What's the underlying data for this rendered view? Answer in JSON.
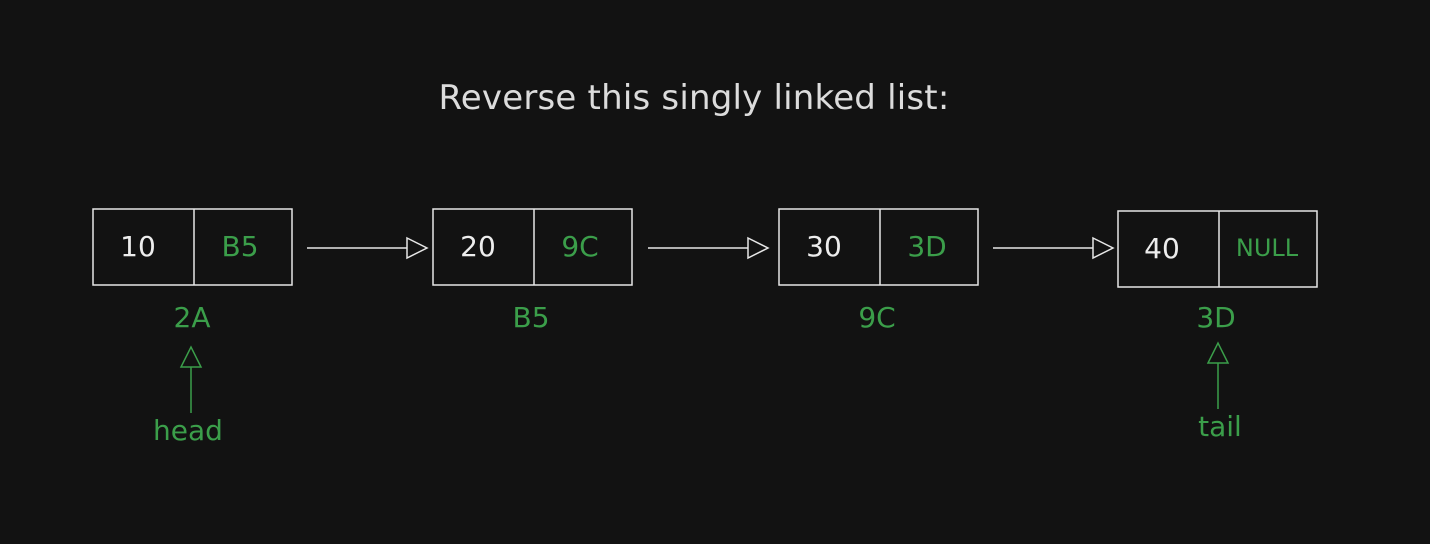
{
  "title": "Reverse this singly linked list:",
  "colors": {
    "background": "#121212",
    "foreground": "#e6e6e6",
    "accent": "#3b9e4a"
  },
  "nodes": [
    {
      "value": "10",
      "next": "B5",
      "address": "2A"
    },
    {
      "value": "20",
      "next": "9C",
      "address": "B5"
    },
    {
      "value": "30",
      "next": "3D",
      "address": "9C"
    },
    {
      "value": "40",
      "next": "NULL",
      "address": "3D"
    }
  ],
  "pointers": {
    "head": "head",
    "tail": "tail"
  }
}
